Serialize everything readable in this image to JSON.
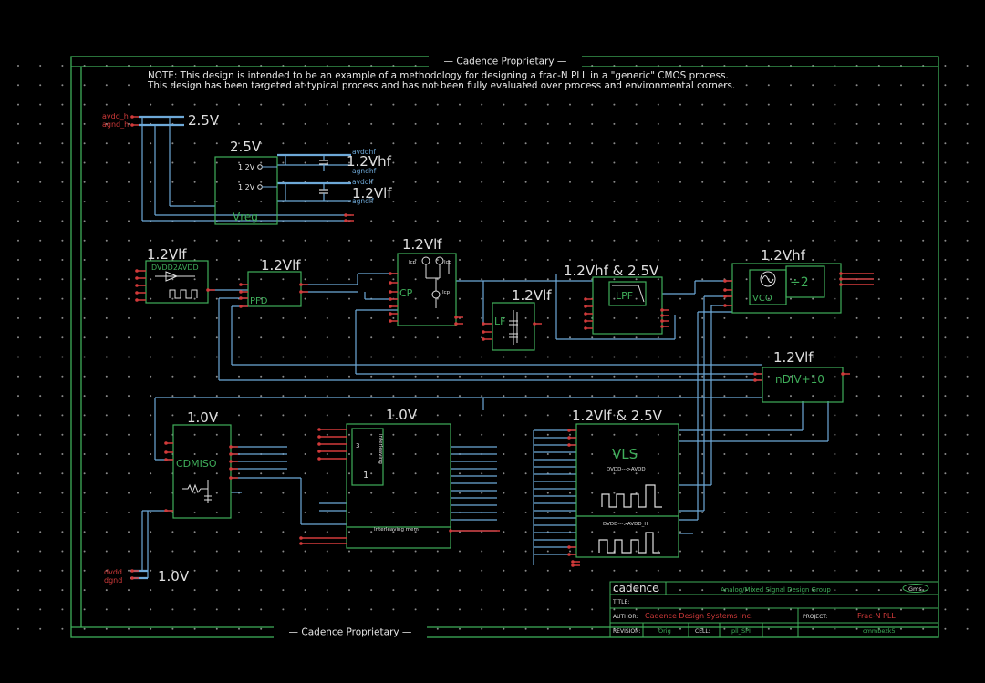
{
  "window": {
    "title": ""
  },
  "colors": {
    "background": "#000000",
    "frame": "#3fae5a",
    "wire": "#6ea9d8",
    "pin": "#d23a3a",
    "label": "#e0e0e0",
    "note": "#e6e6e6",
    "grid_dot": "#8a8a8a"
  },
  "banner": {
    "top": "— Cadence Proprietary —",
    "bottom": "— Cadence Proprietary —"
  },
  "note": {
    "line1": "NOTE: This design is intended to be an example of a methodology for designing a frac-N PLL in a \"generic\" CMOS process.",
    "line2": "This design has been targeted at typical process and has not been fully evaluated over process and environmental corners."
  },
  "supply_top": {
    "pin1": "avdd_h",
    "pin2": "agnd_h",
    "voltage": "2.5V"
  },
  "vreg": {
    "supply": "2.5V",
    "name": "Vreg",
    "out1_label": "1.2V",
    "out2_label": "1.2V",
    "net_avddhf": "avddhf",
    "net_agndhf": "agndhf",
    "net_avddlf": "avddlf",
    "net_agndlf": "agndlf",
    "rail_hf": "1.2Vhf",
    "rail_lf": "1.2Vlf"
  },
  "blocks": {
    "dvdd2avdd": {
      "supply": "1.2Vlf",
      "name": "DVDD2AVDD"
    },
    "pfd": {
      "supply": "1.2Vlf",
      "name": "PFD"
    },
    "cp": {
      "supply": "1.2Vlf",
      "name": "CP",
      "src1": "Icp",
      "src2": "Icp",
      "src3": "Icp"
    },
    "lf": {
      "supply": "1.2Vlf",
      "name": "LF"
    },
    "lpf": {
      "supply": "1.2Vhf & 2.5V",
      "name": "LPF"
    },
    "vco": {
      "supply": "1.2Vhf",
      "name": "VCO",
      "div": "÷2"
    },
    "ndiv": {
      "supply": "1.2Vlf",
      "name": "nDIV+10"
    },
    "cdmiso": {
      "supply": "1.0V",
      "name": "CDMISO"
    },
    "interleaving": {
      "supply": "1.0V",
      "side_label": "interleaving",
      "bottom_label": "Interleaving mem",
      "pin1": "3",
      "pin2": "1"
    },
    "vls": {
      "supply": "1.2Vlf & 2.5V",
      "name": "VLS",
      "label1": "DVDD--->AVDD",
      "label2": "DVDD--->AVDD_H"
    }
  },
  "supply_bottom": {
    "pin1": "dvdd",
    "pin2": "dgnd",
    "voltage": "1.0V"
  },
  "title_block": {
    "logo": "cadence",
    "group": "Analog/Mixed Signal Design Group",
    "badge": "Gms",
    "title_label": "TITLE:",
    "title_value": "",
    "author_label": "AUTHOR:",
    "author_value": "Cadence Design Systems Inc.",
    "project_label": "PROJECT:",
    "project_value": "Frac-N PLL",
    "revision_label": "REVISION:",
    "revision_value": "Orig",
    "cell_label": "CELL:",
    "cell_value": "pll_SPI",
    "lib_value": "cmmbezk5"
  }
}
